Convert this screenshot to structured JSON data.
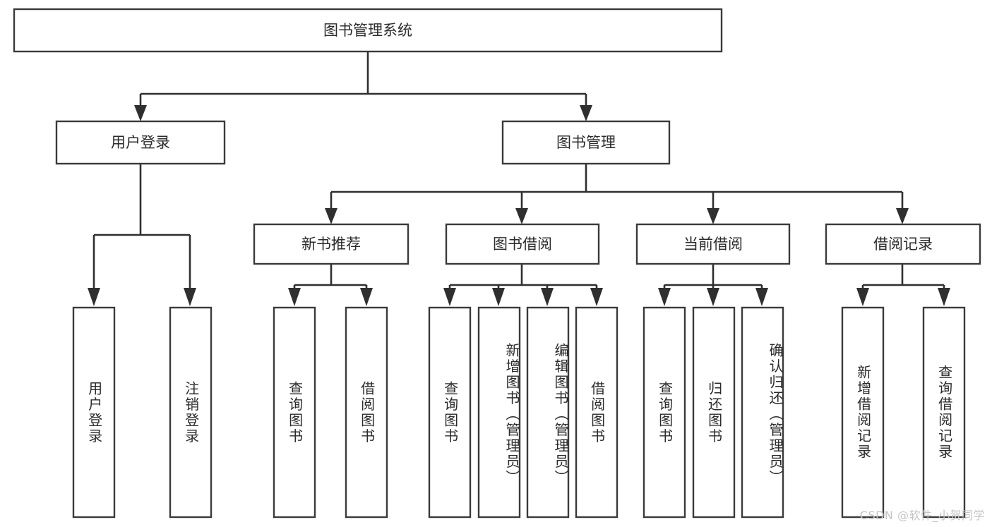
{
  "diagram": {
    "title": "图书管理系统",
    "type": "tree",
    "root": {
      "id": "root",
      "label": "图书管理系统",
      "orientation": "horizontal"
    },
    "level2": [
      {
        "id": "user-login",
        "label": "用户登录",
        "orientation": "horizontal"
      },
      {
        "id": "book-management",
        "label": "图书管理",
        "orientation": "horizontal"
      }
    ],
    "level3": [
      {
        "id": "new-book-recommend",
        "label": "新书推荐",
        "orientation": "horizontal",
        "parent": "book-management"
      },
      {
        "id": "book-borrow",
        "label": "图书借阅",
        "orientation": "horizontal",
        "parent": "book-management"
      },
      {
        "id": "current-borrow",
        "label": "当前借阅",
        "orientation": "horizontal",
        "parent": "book-management"
      },
      {
        "id": "borrow-record",
        "label": "借阅记录",
        "orientation": "horizontal",
        "parent": "book-management"
      }
    ],
    "leaves": [
      {
        "id": "leaf-user-login",
        "label": "用户登录",
        "parent": "user-login"
      },
      {
        "id": "leaf-logout-login",
        "label": "注销登录",
        "parent": "user-login"
      },
      {
        "id": "leaf-query-book-1",
        "label": "查询图书",
        "parent": "new-book-recommend"
      },
      {
        "id": "leaf-borrow-book-1",
        "label": "借阅图书",
        "parent": "new-book-recommend"
      },
      {
        "id": "leaf-query-book-2",
        "label": "查询图书",
        "parent": "book-borrow"
      },
      {
        "id": "leaf-add-book",
        "label": "新增图书（管理员）",
        "parent": "book-borrow"
      },
      {
        "id": "leaf-edit-book",
        "label": "编辑图书（管理员）",
        "parent": "book-borrow"
      },
      {
        "id": "leaf-borrow-book-2",
        "label": "借阅图书",
        "parent": "book-borrow"
      },
      {
        "id": "leaf-query-book-3",
        "label": "查询图书",
        "parent": "current-borrow"
      },
      {
        "id": "leaf-return-book",
        "label": "归还图书",
        "parent": "current-borrow"
      },
      {
        "id": "leaf-confirm-return",
        "label": "确认归还（管理员）",
        "parent": "current-borrow"
      },
      {
        "id": "leaf-add-record",
        "label": "新增借阅记录",
        "parent": "borrow-record"
      },
      {
        "id": "leaf-query-record",
        "label": "查询借阅记录",
        "parent": "borrow-record"
      }
    ],
    "colors": {
      "background": "#ffffff",
      "box_fill": "#ffffff",
      "box_stroke": "#3a3a3a",
      "connector": "#2f2f2f",
      "text": "#2b2b2b",
      "watermark": "#c4c4c4"
    }
  },
  "watermark": {
    "text": "CSDN @软件_小贺同学"
  }
}
